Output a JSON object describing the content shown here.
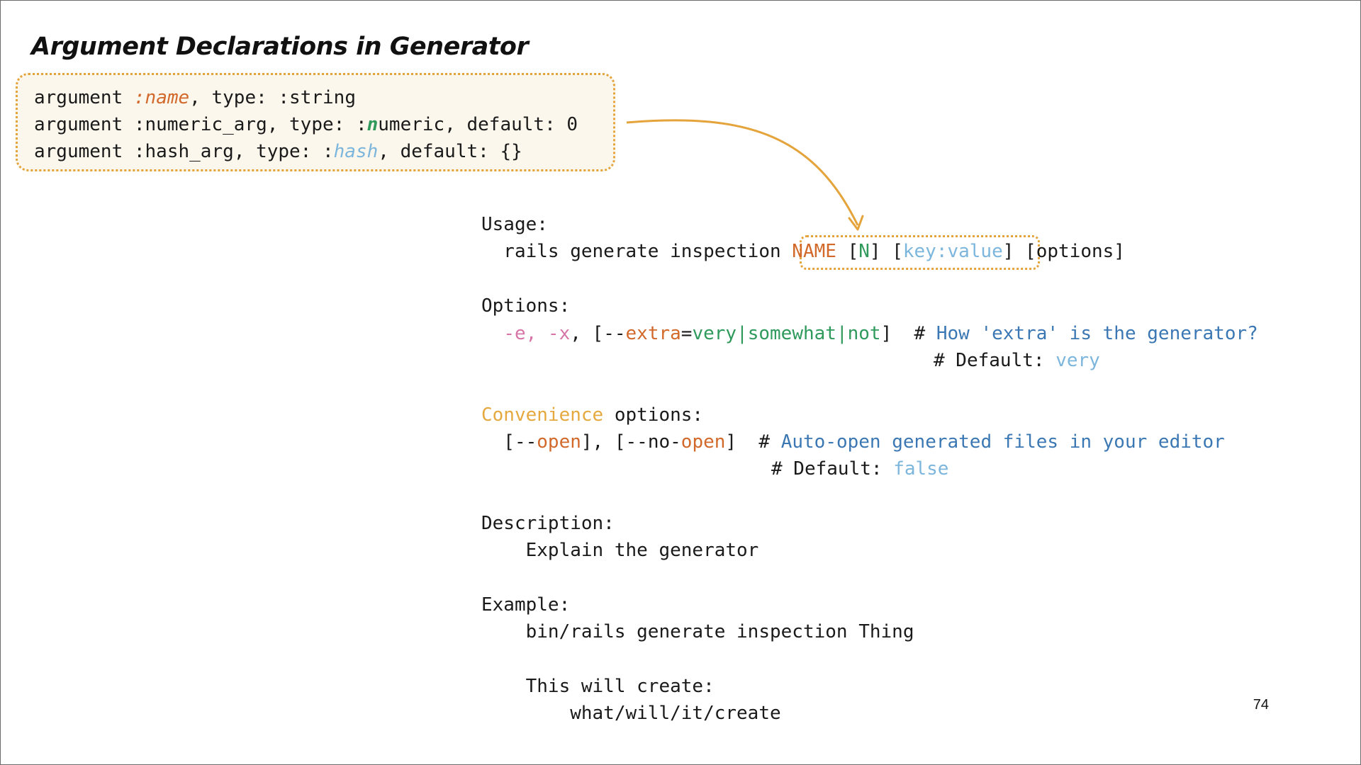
{
  "slide": {
    "title": "Argument Declarations in Generator",
    "page_number": "74",
    "colors": {
      "accent_border": "#e4a43b",
      "box_background": "#fcf7ec",
      "orange": "#d2692b",
      "green": "#2f9a5c",
      "light_blue": "#7cb6dc",
      "blue": "#3b78b3",
      "pink": "#d675a6",
      "gold": "#e5a93f"
    }
  },
  "code": {
    "line1": {
      "prefix": "argument ",
      "name_sym": ":name",
      "suffix": ", type: :string"
    },
    "line2": {
      "prefix": "argument :numeric_arg, type: :",
      "n_char": "n",
      "suffix": "umeric, default: 0"
    },
    "line3": {
      "prefix": "argument :hash_arg, type: :",
      "hash_word": "hash",
      "suffix": ", default: {}"
    }
  },
  "help": {
    "usage_header": "Usage:",
    "usage_cmd": "  rails generate inspection ",
    "usage_name": "NAME",
    "usage_n_open": " [",
    "usage_n": "N",
    "usage_n_close": "] [",
    "usage_kv": "key:value",
    "usage_kv_close": "]",
    "usage_options": " [options]",
    "options_header": "Options:",
    "opt_indent": "  ",
    "opt_flags": "-e, -x",
    "opt_mid": ", [--",
    "opt_extra": "extra",
    "opt_eq": "=",
    "opt_values": "very|somewhat|not",
    "opt_close": "]  # ",
    "opt_desc": "How 'extra' is the generator?",
    "opt_default_prefix": "# Default: ",
    "opt_default_value": "very",
    "conv_word": "Convenience",
    "conv_rest": " options:",
    "conv_a": "  [--",
    "conv_open1": "open",
    "conv_b": "], [--no-",
    "conv_open2": "open",
    "conv_c": "]  # ",
    "conv_desc": "Auto-open generated files in your editor",
    "conv_default_prefix": "# Default: ",
    "conv_default_value": "false",
    "desc_header": "Description:",
    "desc_text": "    Explain the generator",
    "example_header": "Example:",
    "example_cmd": "    bin/rails generate inspection Thing",
    "example_will": "    This will create:",
    "example_path": "        what/will/it/create"
  }
}
